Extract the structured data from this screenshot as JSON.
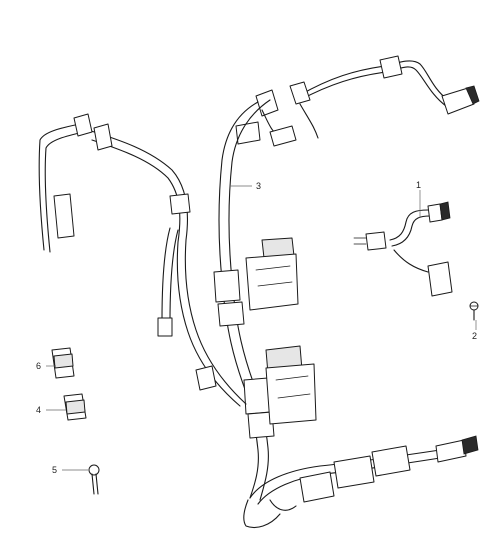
{
  "diagram": {
    "type": "exploded-parts-diagram",
    "callouts": [
      {
        "id": "1",
        "label": "1"
      },
      {
        "id": "2",
        "label": "2"
      },
      {
        "id": "3",
        "label": "3"
      },
      {
        "id": "4",
        "label": "4"
      },
      {
        "id": "5",
        "label": "5"
      },
      {
        "id": "6",
        "label": "6"
      }
    ],
    "colors": {
      "line": "#1a1a1a",
      "background": "#ffffff",
      "leader": "#666666"
    }
  }
}
